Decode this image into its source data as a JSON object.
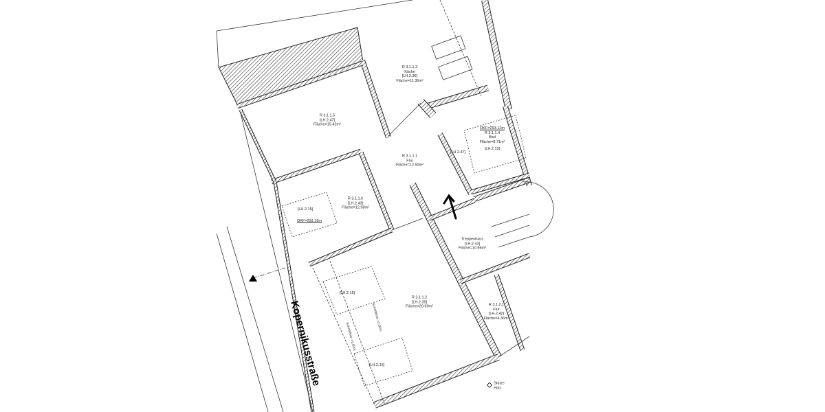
{
  "street_name": "Kopernikusstraße",
  "rooms": [
    {
      "id": "R 3.1.1.3",
      "name": "Küche",
      "lh": "[LH.2.36]",
      "area": "Fläche=11.36m²"
    },
    {
      "id": "R 3.1.1.5",
      "lh": "[LH.2.47]",
      "area": "Fläche=15.42m²"
    },
    {
      "id": "R 3.1.1.1",
      "name": "Flur",
      "area": "Fläche=12.50m²"
    },
    {
      "okf": "OKF=293.12m",
      "id": "R 3.1.1.4",
      "name": "Bad",
      "area": "Fläche=8.71m²",
      "lh": "[LH.2.13]"
    },
    {
      "id": "R 3.1.1.6",
      "lh": "[LH.2.43]",
      "area": "Fläche=12.98m²"
    },
    {
      "name": "Treppenhaus",
      "lh": "[LH.2.43]",
      "area": "Fläche=10.56m²"
    },
    {
      "id": "R 3.1.1.2",
      "lh": "[LH.2.39]",
      "area": "Fläche=29.99m²"
    },
    {
      "id": "R 3.1.2.1",
      "name": "Flur",
      "lh": "[LH.2.42]",
      "area": "Fläche=4.36m²"
    }
  ],
  "misc_labels": {
    "flur_lh": "[LH.2.47]",
    "left_lh_1": "[LH.2.15]",
    "okf_left": "OKF=293.16m",
    "left_lh_2": "[LH.2.15]",
    "left_lh_3": "[LH.2.15]",
    "schnitt_2": "Schnittlinie +2,00m",
    "schnitt_1": "Schnittlinie +1,00m",
    "stuetze": "Stütze",
    "holz": "Holz"
  }
}
